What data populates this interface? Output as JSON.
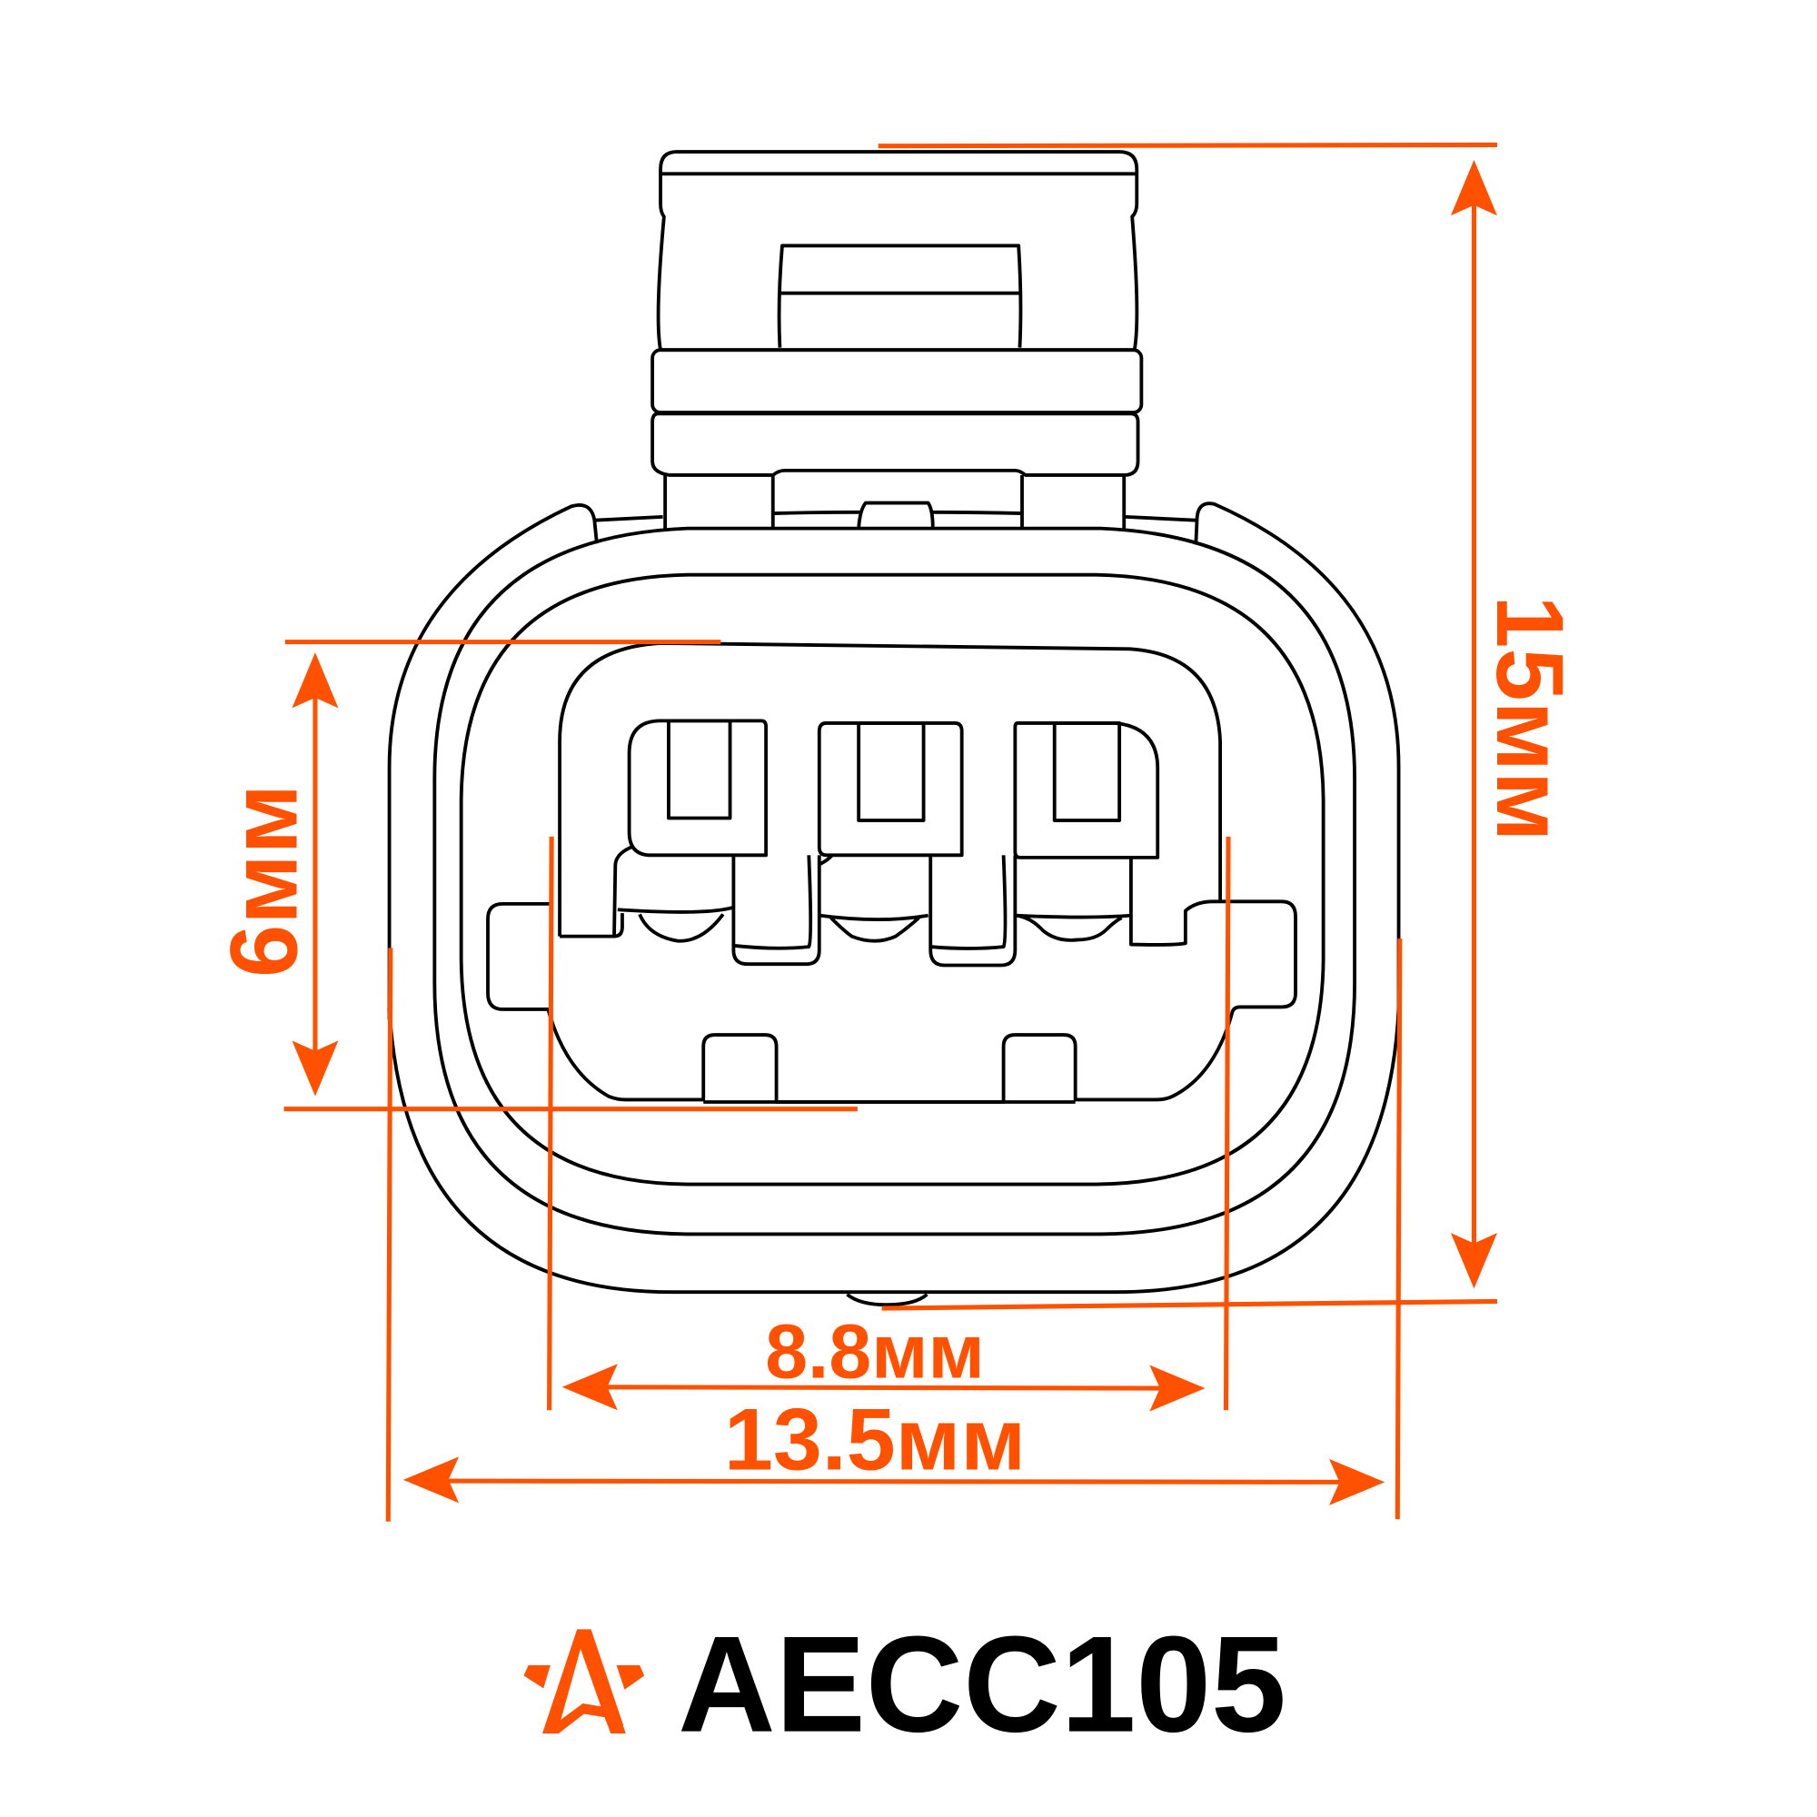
{
  "dimensions": {
    "height_total": "15мм",
    "height_cavity": "6мм",
    "width_inner": "8.8мм",
    "width_total": "13.5мм"
  },
  "logo": {
    "text": "AECC105",
    "icon": "star-logo-icon"
  },
  "colors": {
    "accent": "#FF5100",
    "outline": "#000000"
  }
}
